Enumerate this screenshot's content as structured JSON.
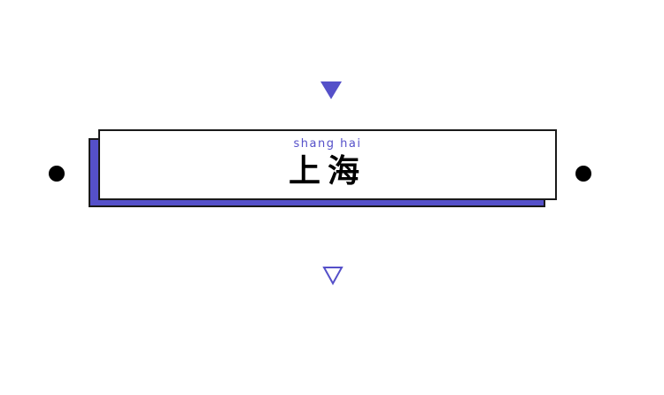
{
  "title": {
    "pinyin": "shang hai",
    "hanzi": "上海"
  },
  "colors": {
    "accent": "#5550c9",
    "border": "#1a1a1a",
    "dot": "#000000",
    "background": "#ffffff"
  },
  "icons": {
    "top": "triangle-down-filled",
    "bottom": "triangle-down-outline",
    "left": "dot",
    "right": "dot"
  }
}
